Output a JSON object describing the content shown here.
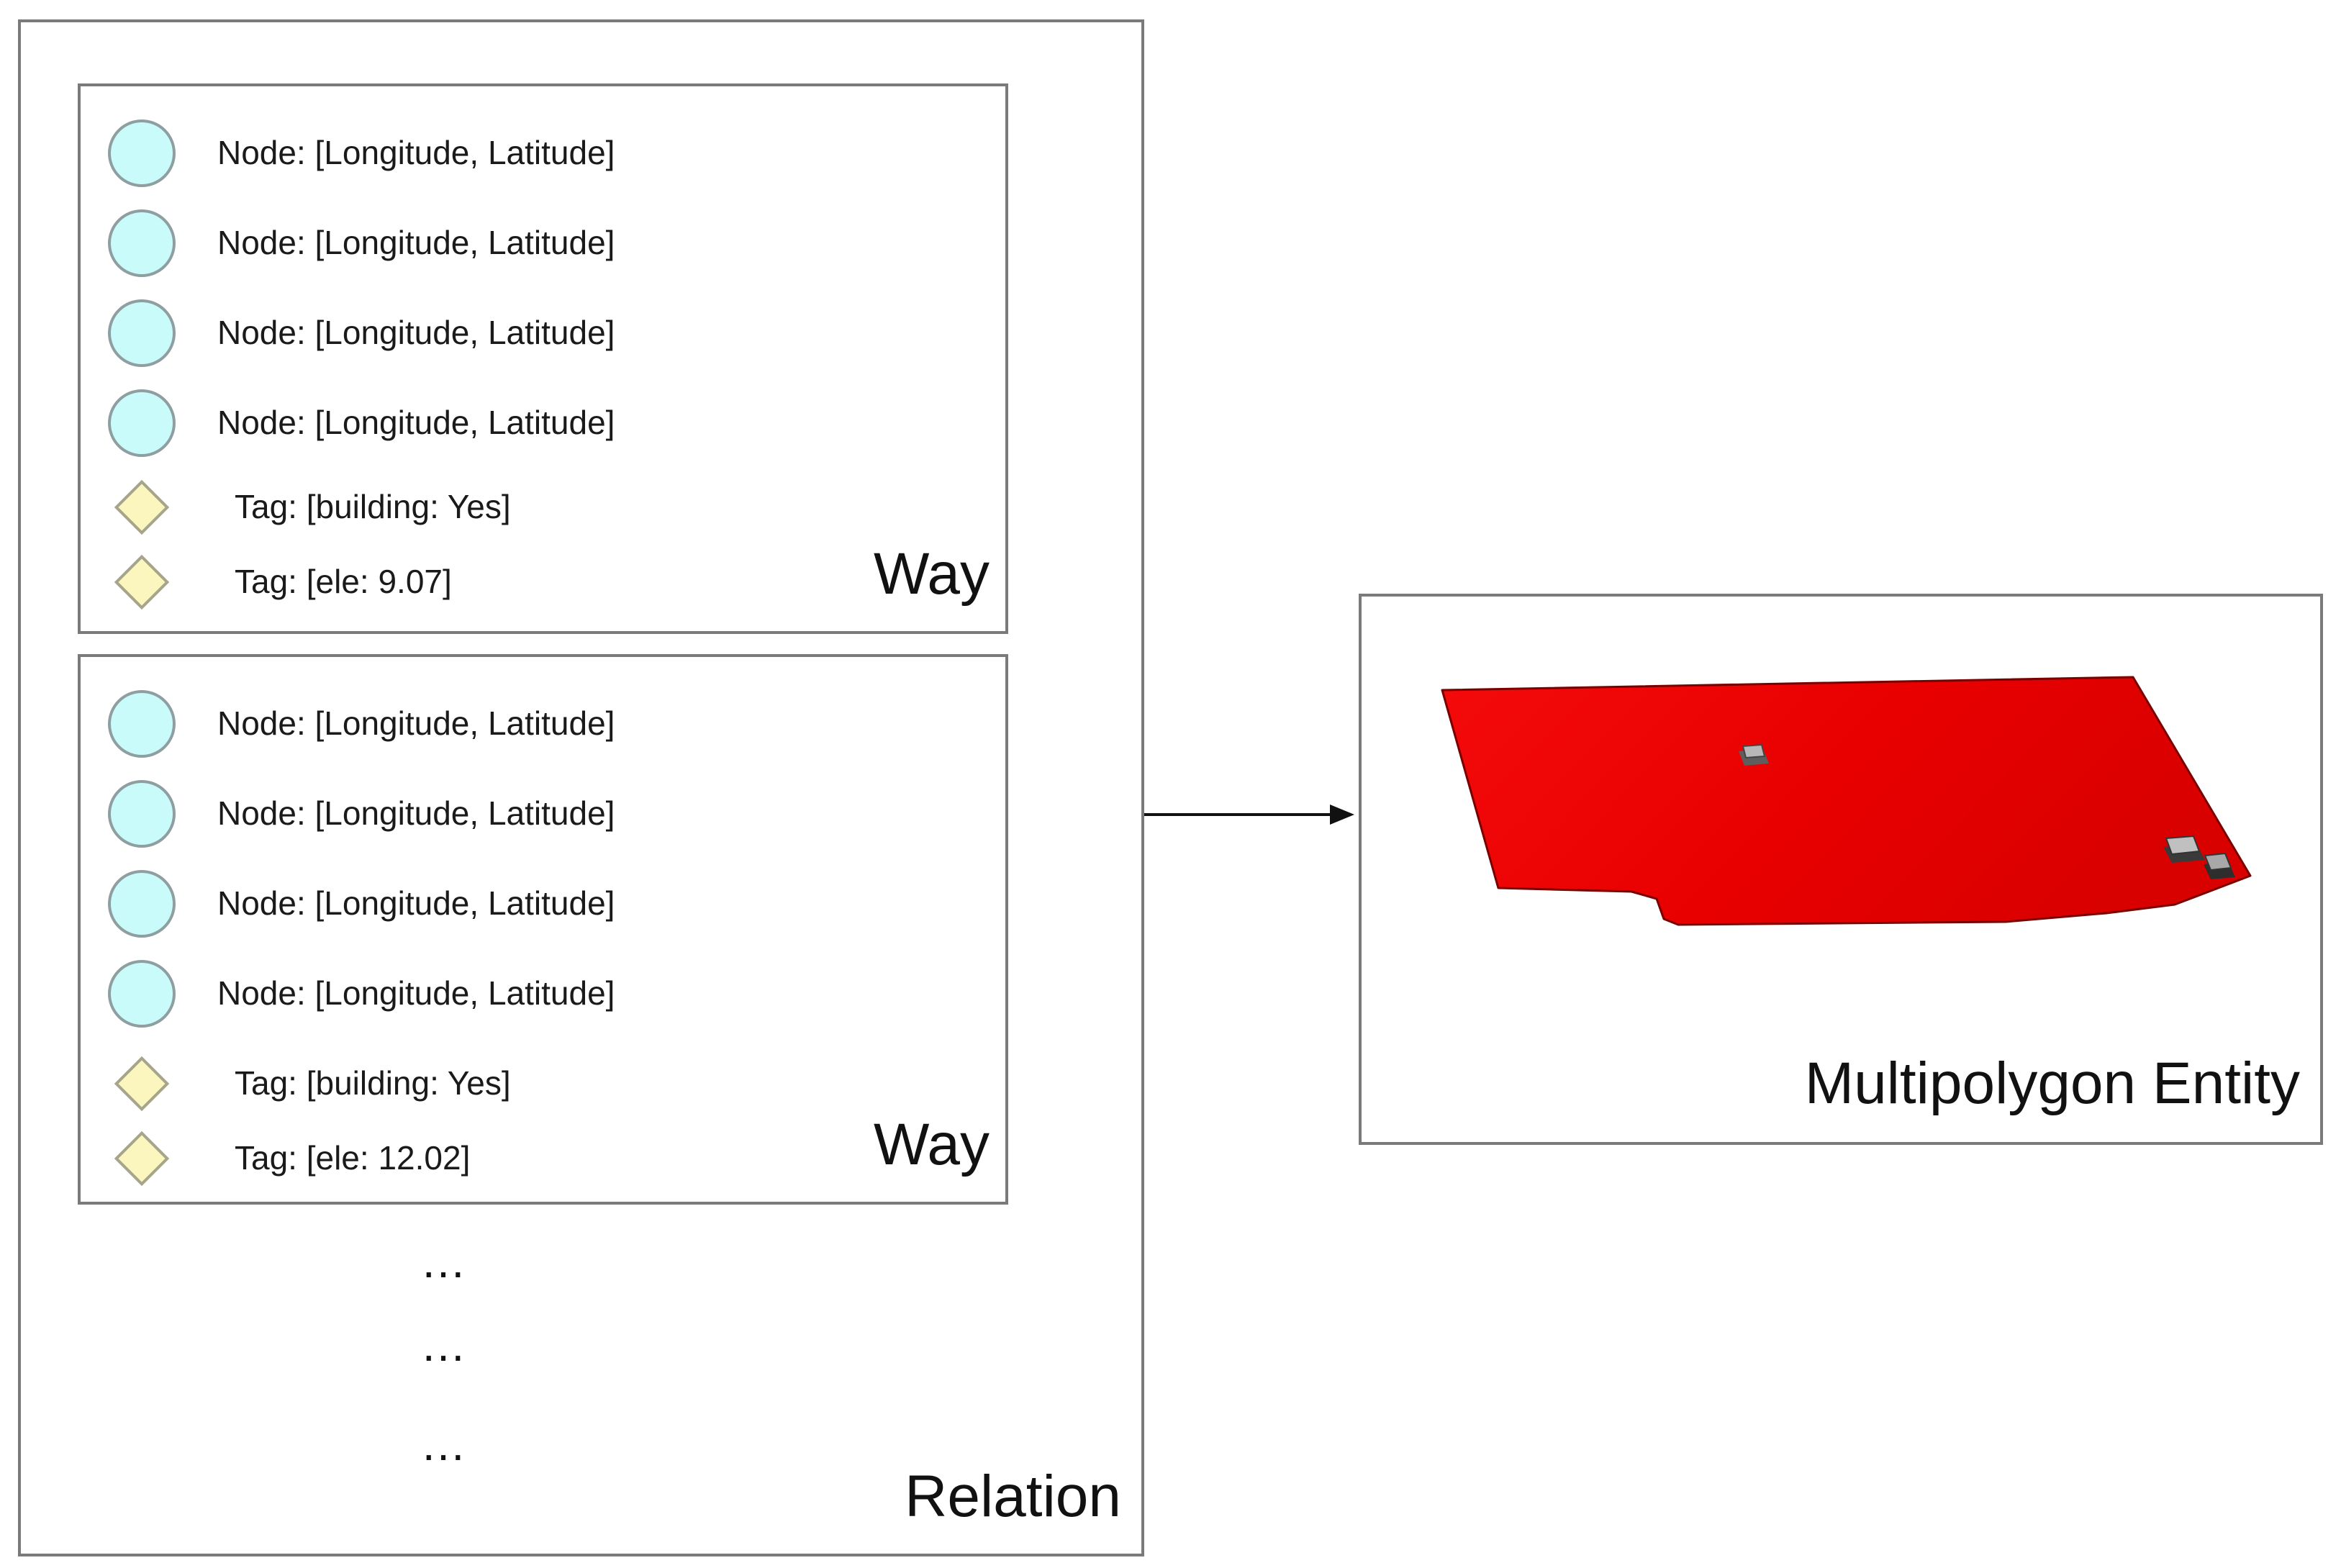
{
  "relation": {
    "label": "Relation",
    "ways": [
      {
        "label": "Way",
        "nodes": [
          "Node: [Longitude, Latitude]",
          "Node: [Longitude, Latitude]",
          "Node: [Longitude, Latitude]",
          "Node: [Longitude, Latitude]"
        ],
        "tags": [
          "Tag: [building: Yes]",
          "Tag: [ele: 9.07]"
        ]
      },
      {
        "label": "Way",
        "nodes": [
          "Node: [Longitude, Latitude]",
          "Node: [Longitude, Latitude]",
          "Node: [Longitude, Latitude]",
          "Node: [Longitude, Latitude]"
        ],
        "tags": [
          "Tag: [building: Yes]",
          "Tag: [ele: 12.02]"
        ]
      }
    ],
    "ellipses": [
      "…",
      "…",
      "…"
    ]
  },
  "entity": {
    "label": "Multipolygon Entity"
  },
  "colors": {
    "node_fill": "#c9fbfb",
    "tag_fill": "#fbf6be",
    "polygon_fill": "#e60000",
    "building_fill": "#6e6e6e",
    "border": "#7a7a7a"
  }
}
